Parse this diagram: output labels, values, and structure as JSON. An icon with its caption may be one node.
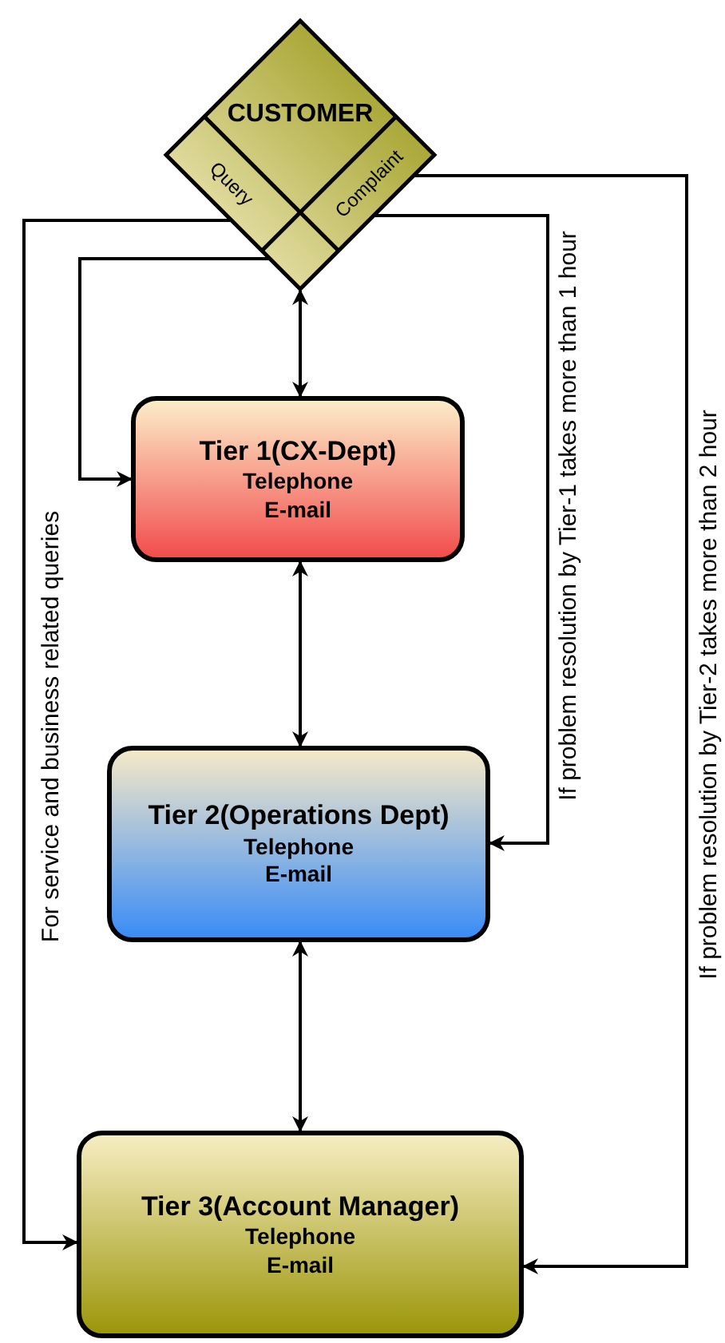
{
  "diagram": {
    "nodes": [
      {
        "text": [
          "CUSTOMER",
          "Query",
          "Complaint"
        ]
      },
      {
        "text": [
          "Tier 1(CX-Dept)",
          "Telephone",
          "E-mail"
        ]
      },
      {
        "text": [
          "Tier 2(Operations Dept)",
          "Telephone",
          "E-mail"
        ]
      },
      {
        "text": [
          "Tier 3(Account Manager)",
          "Telephone",
          "E-mail"
        ]
      }
    ],
    "edges": [
      {
        "from": 0,
        "to": 1,
        "arrow": "both"
      },
      {
        "from": 1,
        "to": 2,
        "arrow": "both"
      },
      {
        "from": 2,
        "to": 3,
        "arrow": "both"
      },
      {
        "from": 0,
        "to": 1,
        "arrow": "to"
      },
      {
        "from": 0,
        "to": 3,
        "arrow": "to",
        "label": "For service and business related queries"
      },
      {
        "from": 0,
        "to": 2,
        "arrow": "to",
        "label": "If problem resolution by Tier-1 takes more than 1 hour"
      },
      {
        "from": 0,
        "to": 3,
        "arrow": "to",
        "label": "If problem resolution by Tier-2 takes more than 2 hour"
      }
    ]
  }
}
